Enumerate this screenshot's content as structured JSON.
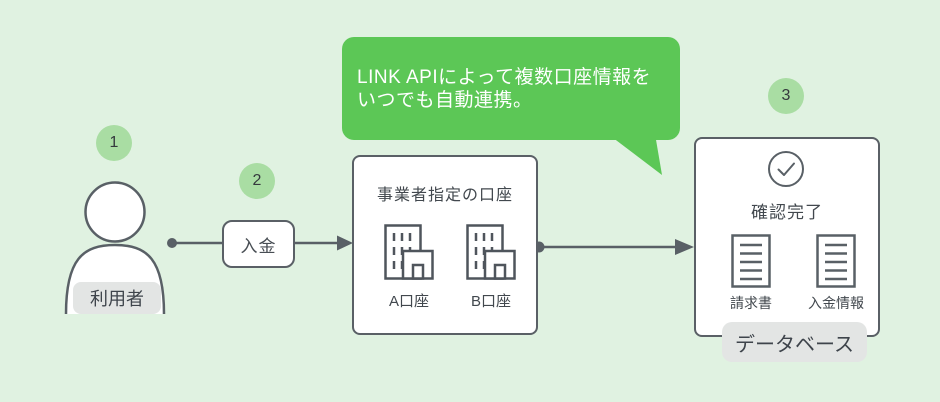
{
  "colors": {
    "background": "#e0f2e1",
    "bubble_green": "#5cc756",
    "badge_green": "#a9dda3",
    "stroke_gray": "#596066",
    "text_dark": "#3e444b",
    "label_gray": "#e3e5e4",
    "node_fill": "#ffffff"
  },
  "bubble": {
    "line1": "LINK APIによって複数口座情報を",
    "line2": "いつでも自動連携。"
  },
  "badges": {
    "one": "1",
    "two": "2",
    "three": "3"
  },
  "actor": {
    "label": "利用者"
  },
  "deposit": {
    "label": "入金"
  },
  "accounts_box": {
    "title": "事業者指定の口座",
    "account_a": "A口座",
    "account_b": "B口座"
  },
  "result_box": {
    "title": "確認完了",
    "doc1": "請求書",
    "doc2": "入金情報",
    "footer": "データベース"
  },
  "icons": {
    "person": "user silhouette",
    "building": "office building",
    "document": "lined document",
    "check": "check mark in circle",
    "arrow": "right arrow connector"
  }
}
